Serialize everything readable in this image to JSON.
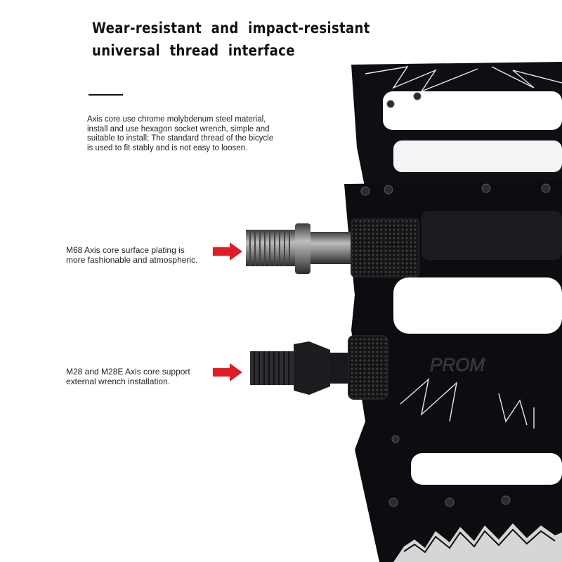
{
  "heading": {
    "line1": "Wear-resistant and impact-resistant",
    "line2": "universal thread interface"
  },
  "description": {
    "line1": "Axis core use chrome molybdenum steel material,",
    "line2": "install and use hexagon socket wrench, simple and",
    "line3": "suitable to install; The standard thread of the bicycle",
    "line4": "is used to fit stably and is not easy to loosen."
  },
  "callouts": [
    {
      "line1": "M68 Axis core surface plating is",
      "line2": "more fashionable and atmospheric."
    },
    {
      "line1": "M28 and M28E Axis core support",
      "line2": "external wrench installation."
    }
  ],
  "pedal": {
    "brand_text": "PROM",
    "colors": {
      "body": "#0c0d10",
      "accent": "#e01d26",
      "line_art": "#e8e8e8",
      "axle": "#6f6f6f"
    }
  }
}
